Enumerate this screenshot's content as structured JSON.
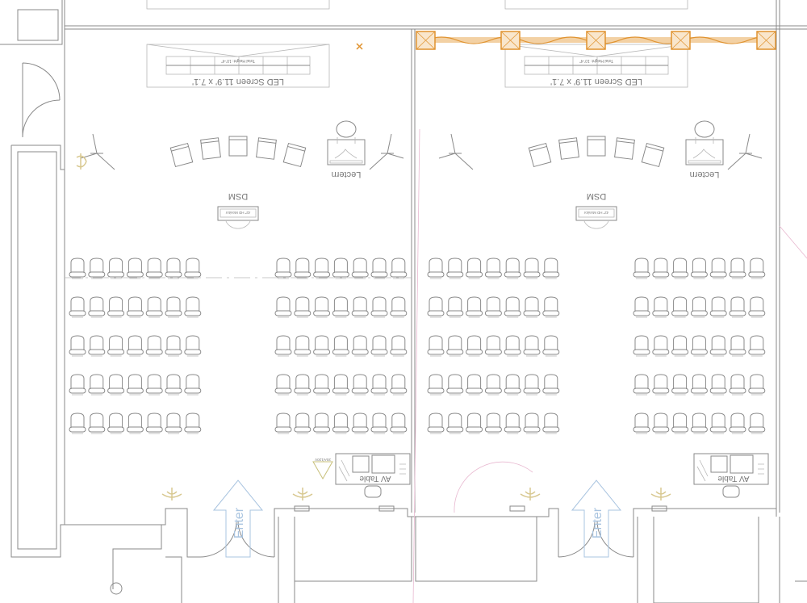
{
  "rooms": [
    {
      "led_screen_label": "LED Screen 11.9' x 7.1'",
      "led_height_label": "Total Height: 10'-4\"",
      "lectern_label": "Lectern",
      "dsm_label": "DSM",
      "monitor_label": "42\" HD Monitor",
      "av_table_label": "AV Table",
      "enter_label": "Enter",
      "power_label": "20A/120V"
    },
    {
      "led_screen_label": "LED Screen 11.9' x 7.1'",
      "led_height_label": "Total Height: 10'-4\"",
      "lectern_label": "Lectern",
      "dsm_label": "DSM",
      "monitor_label": "42\" HD Monitor",
      "av_table_label": "AV Table",
      "enter_label": "Enter"
    }
  ],
  "seating": {
    "rows": 5,
    "chairs_per_block": 7,
    "blocks_per_room": 2
  },
  "colors": {
    "truss": "#e0922e",
    "walls": "#8a8a8a",
    "enter": "#a9c4e0",
    "chandelier": "#d8c890",
    "pink_lines": "#e8b8d0"
  }
}
